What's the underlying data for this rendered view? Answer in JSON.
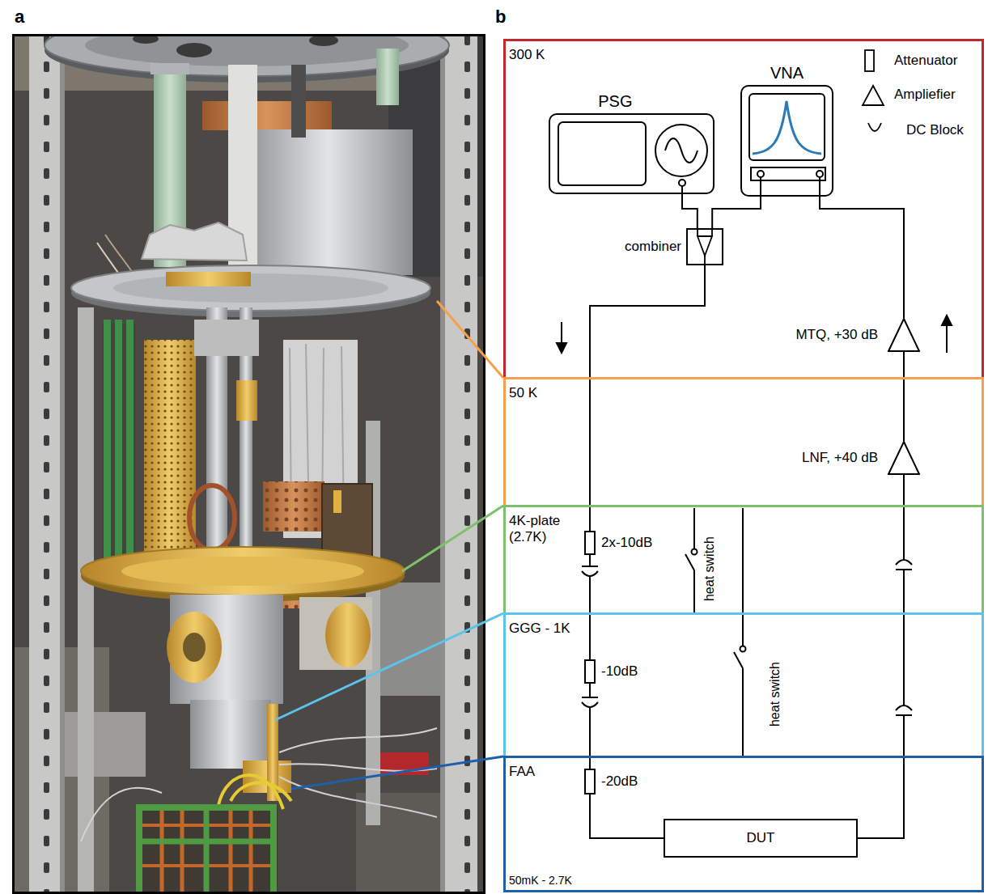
{
  "diagram": {
    "nodes": [
      {
        "text": [
          "300 K"
        ]
      },
      {
        "text": [
          "PSG"
        ],
        "in": 0
      },
      {
        "text": [
          "VNA"
        ],
        "in": 0
      },
      {
        "text": [
          "combiner"
        ],
        "in": 0
      },
      {
        "text": [
          "MTQ, +30 dB"
        ],
        "in": 0
      },
      {
        "text": [
          "50 K"
        ]
      },
      {
        "text": [
          "LNF, +40 dB"
        ],
        "in": 5
      },
      {
        "text": [
          "4K-plate (2.7K)"
        ]
      },
      {
        "text": [
          "2x-10dB"
        ],
        "in": 7
      },
      {
        "text": [
          "GGG - 1K"
        ]
      },
      {
        "text": [
          "-10dB"
        ],
        "in": 9
      },
      {
        "text": [
          "FAA",
          "50mK - 2.7K"
        ]
      },
      {
        "text": [
          "-20dB"
        ],
        "in": 11
      },
      {
        "text": [
          "DUT"
        ],
        "in": 11
      }
    ],
    "edges": [
      {
        "from": 1,
        "to": 3,
        "arrow": "none"
      },
      {
        "from": 2,
        "to": 3,
        "arrow": "none"
      },
      {
        "from": 3,
        "to": 8,
        "arrow": "none"
      },
      {
        "from": 8,
        "to": 10,
        "arrow": "none"
      },
      {
        "from": 10,
        "to": 12,
        "arrow": "none"
      },
      {
        "from": 12,
        "to": 13,
        "arrow": "none"
      },
      {
        "from": 13,
        "to": 6,
        "arrow": "none"
      },
      {
        "from": 6,
        "to": 4,
        "arrow": "none"
      },
      {
        "from": 4,
        "to": 2,
        "arrow": "none"
      }
    ],
    "labels": [
      "a",
      "b",
      "heat switch",
      "heat switch"
    ],
    "legend": [
      {
        "text": "Attenuator"
      },
      {
        "text": "Ampliefier"
      },
      {
        "text": "DC Block"
      }
    ]
  }
}
